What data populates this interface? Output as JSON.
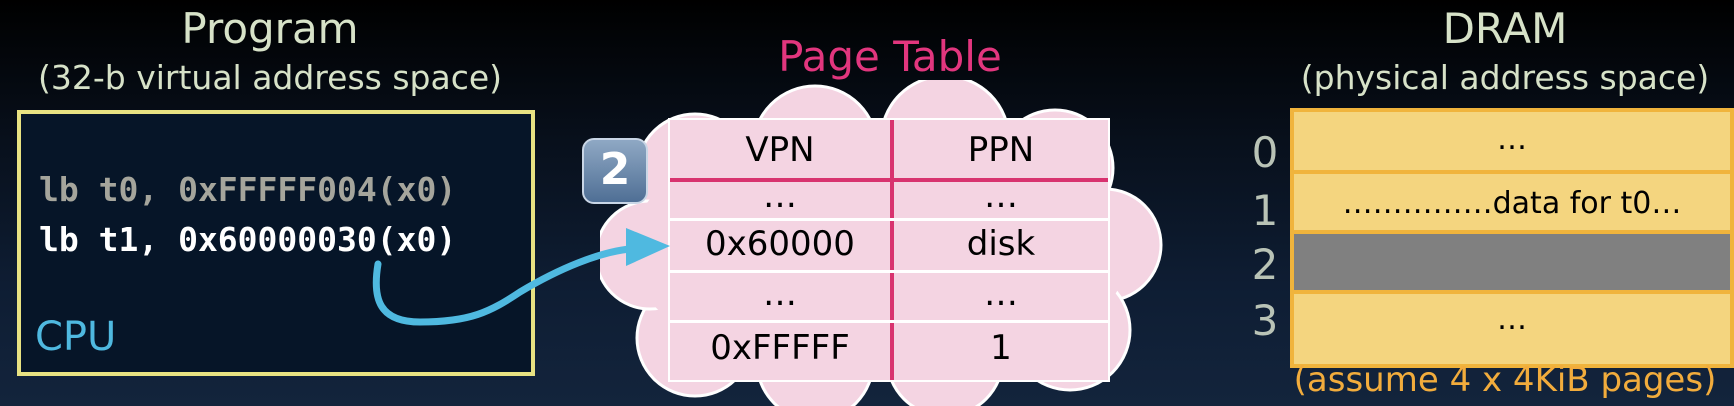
{
  "program": {
    "title": "Program",
    "subtitle": "(32-b virtual address space)",
    "code_lines": [
      "lb t0, 0xFFFFF004(x0)",
      "lb t1, 0x60000030(x0)"
    ],
    "cpu_label": "CPU"
  },
  "step_badge": "2",
  "page_table": {
    "title": "Page Table",
    "headers": [
      "VPN",
      "PPN"
    ],
    "rows": [
      [
        "…",
        "…"
      ],
      [
        "0x60000",
        "disk"
      ],
      [
        "…",
        "…"
      ],
      [
        "0xFFFFF",
        "1"
      ]
    ]
  },
  "dram": {
    "title": "DRAM",
    "subtitle": "(physical address space)",
    "indices": [
      "0",
      "1",
      "2",
      "3"
    ],
    "rows": [
      "…",
      "……………data for t0…",
      "",
      "…"
    ],
    "footnote": "(assume 4 x 4KiB pages)"
  },
  "colors": {
    "page_table_title": "#e2367e",
    "arrow": "#4fb9e0",
    "cpu_border": "#e8e282",
    "dram_fill": "#f4d57f",
    "dram_highlight": "#808080",
    "footnote": "#f2ac3c"
  }
}
